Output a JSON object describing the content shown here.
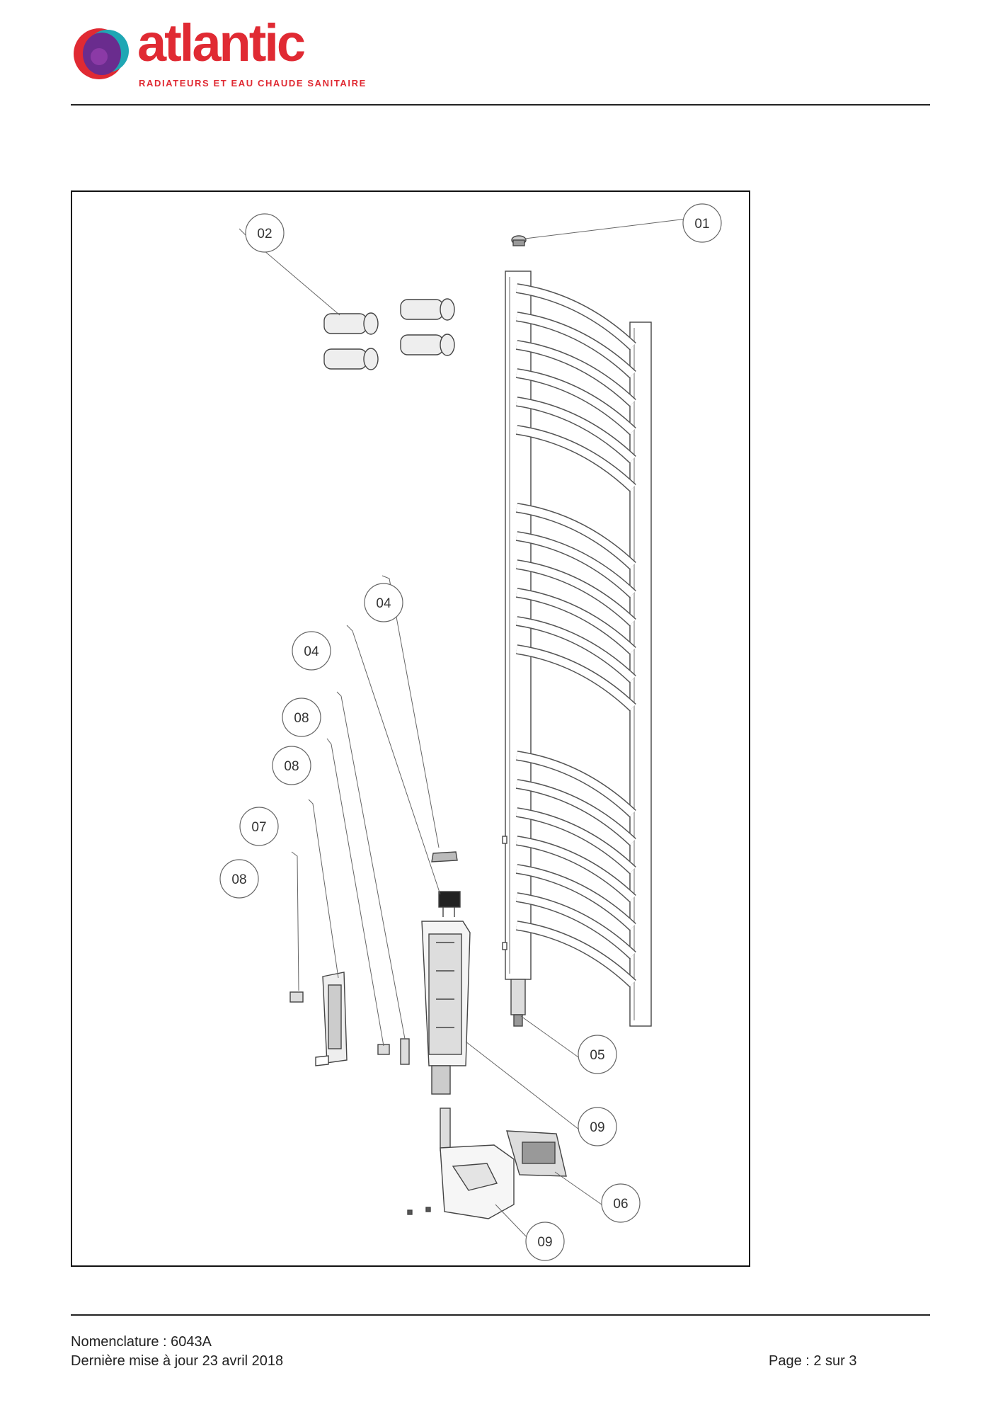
{
  "header": {
    "brand_name": "atlantic",
    "brand_tagline": "RADIATEURS ET EAU CHAUDE SANITAIRE",
    "logo_colors": {
      "red": "#e02a33",
      "purple": "#6a2c8e",
      "teal": "#1fa7b4"
    }
  },
  "diagram": {
    "callouts": [
      {
        "label": "01",
        "part": "cap"
      },
      {
        "label": "02",
        "part": "wall-brackets"
      },
      {
        "label": "04",
        "part": "switch-cover"
      },
      {
        "label": "04",
        "part": "rocker-switch"
      },
      {
        "label": "08",
        "part": "clip"
      },
      {
        "label": "08",
        "part": "clip"
      },
      {
        "label": "07",
        "part": "control-board"
      },
      {
        "label": "08",
        "part": "connector"
      },
      {
        "label": "05",
        "part": "heating-element"
      },
      {
        "label": "09",
        "part": "control-housing"
      },
      {
        "label": "06",
        "part": "display-module"
      },
      {
        "label": "09",
        "part": "housing-cover"
      }
    ]
  },
  "footer": {
    "nomenclature": "Nomenclature : 6043A",
    "last_update": "Dernière mise à jour 23 avril 2018",
    "page": "Page : 2 sur 3"
  }
}
